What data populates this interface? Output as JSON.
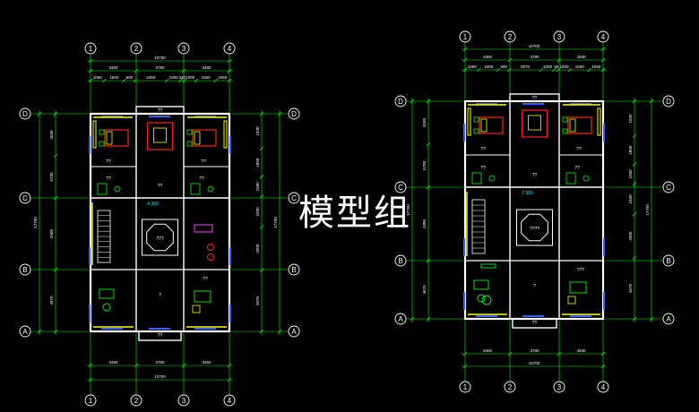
{
  "watermark": "模型组",
  "colors": {
    "grid": "#00ff00",
    "wall": "#ffffff",
    "dim": "#00ff00",
    "text": "#ffffff",
    "axis_bubble": "#ffffff",
    "furniture_red": "#ff2020",
    "furniture_yellow": "#ffff00",
    "furniture_cyan": "#00ffff",
    "window_blue": "#3060ff",
    "magenta": "#ff40ff"
  },
  "plans": [
    {
      "id": "plan-left",
      "column_labels": [
        "1",
        "2",
        "3",
        "4"
      ],
      "row_labels": [
        "A",
        "B",
        "C",
        "D"
      ],
      "top_total": "10700",
      "top_dims": [
        "3460",
        "3780",
        "3460"
      ],
      "top_sub_dims": [
        "1060",
        "1500",
        "900",
        "2450",
        "1000",
        "330",
        "1000",
        "1500",
        "1060"
      ],
      "bottom_dims": [
        "3460",
        "3780",
        "3460"
      ],
      "bottom_total": "10700",
      "left_total": "17700",
      "left_dims": [
        "4670",
        "3300",
        "5700",
        "4030"
      ],
      "right_dims": [
        "4670",
        "3300",
        "2400",
        "1500",
        "1800",
        "1830"
      ],
      "right_total": "17700",
      "room_marks": [
        "??",
        "??",
        "??",
        "??",
        "??",
        "??",
        "???",
        "?",
        "??",
        "??"
      ],
      "stair_label": "4.300"
    },
    {
      "id": "plan-right",
      "column_labels": [
        "1",
        "2",
        "3",
        "4"
      ],
      "row_labels": [
        "A",
        "B",
        "C",
        "D"
      ],
      "top_total": "10700",
      "top_dims": [
        "3460",
        "3780",
        "3460"
      ],
      "top_sub_dims": [
        "1060",
        "1500",
        "900",
        "2570",
        "1000",
        "30",
        "1000",
        "1500",
        "1060"
      ],
      "bottom_dims": [
        "3460",
        "3780",
        "3460"
      ],
      "bottom_total": "10700",
      "left_total": "17700",
      "left_dims": [
        "4670",
        "3300",
        "5700",
        "4030"
      ],
      "right_dims": [
        "4670",
        "3300",
        "2400",
        "1500",
        "1800",
        "1830"
      ],
      "right_total": "17700",
      "room_marks": [
        "??",
        "??",
        "??",
        "??",
        "??",
        "??",
        "????",
        "?",
        "???",
        "??"
      ],
      "stair_label": "7.300"
    }
  ]
}
